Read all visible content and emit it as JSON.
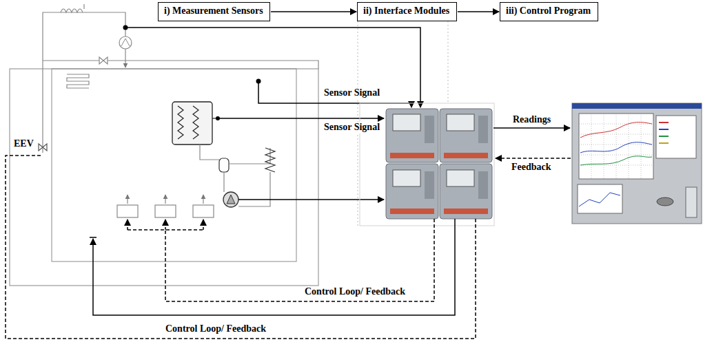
{
  "diagram": {
    "nodes": [
      {
        "text": [
          "i) Measurement Sensors"
        ]
      },
      {
        "text": [
          "ii) Interface Modules"
        ]
      },
      {
        "text": [
          "iii) Control Program"
        ]
      }
    ],
    "edges": [
      {
        "from": 0,
        "to": 1,
        "arrow": "to"
      },
      {
        "from": 1,
        "to": 2,
        "arrow": "to"
      }
    ],
    "labels": [
      "Sensor Signal",
      "Sensor Signal",
      "Readings",
      "Feedback",
      "Control Loop/ Feedback",
      "Control Loop/ Feedback",
      "EEV"
    ]
  }
}
